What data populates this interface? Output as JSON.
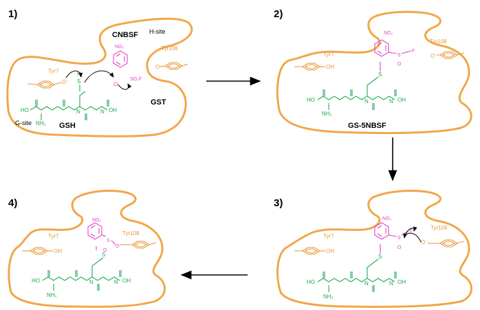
{
  "panels": [
    {
      "number": "1)",
      "cosub": "CNBSF",
      "gsh": "GSH",
      "gsite": "G-site",
      "hsite": "H-site",
      "enzyme": "GST",
      "tyr7": "Tyr7",
      "tyr108": "Tyr108"
    },
    {
      "number": "2)",
      "product": "GS-5NBSF",
      "tyr7": "Tyr7",
      "tyr108": "Tyr108"
    },
    {
      "number": "3)",
      "tyr7": "Tyr7",
      "tyr108": "Tyr108"
    },
    {
      "number": "4)",
      "tyr7": "Tyr7",
      "tyr108": "Tyr108"
    }
  ],
  "chem": {
    "ho": "HO",
    "oh": "OH",
    "nh2": "NH₂",
    "h": "H",
    "n": "N",
    "o": "O",
    "s": "S",
    "f": "F",
    "no2": "NO₂",
    "cl": "Cl",
    "so2f": "SO₂F",
    "o_minus": "O⁻",
    "sulfonyl_o": "O"
  },
  "colors": {
    "pocket": "#f2a64a",
    "tyrosine": "#e8963a",
    "glutathione": "#1fa84f",
    "substrate": "#e040c8"
  }
}
